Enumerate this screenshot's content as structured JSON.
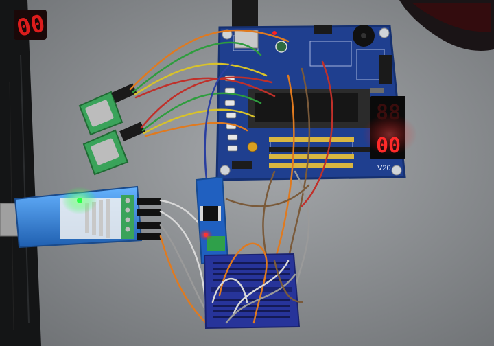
{
  "scene": {
    "description_free": true
  },
  "display": {
    "digits": [
      "8",
      "8",
      "0",
      "0"
    ],
    "on_color": "#ff2a2a",
    "off_color": "#3a0d0d"
  },
  "board": {
    "label": "V20",
    "pcb_color": "#1f3f8f"
  },
  "usb_adapter": {
    "led_color": "#2aff4a",
    "shell_color": "#2f7fd0"
  },
  "module_led": {
    "color": "#ff3333"
  },
  "colors": {
    "desk": "#8a8d90",
    "black_case": "#121314",
    "wire_orange": "#e07a1f",
    "wire_green": "#2e9d3e",
    "wire_yellow": "#d8c22a",
    "wire_red": "#c0302a",
    "wire_brown": "#7a5a3a",
    "wire_white": "#d8d8d8",
    "wire_blue": "#2a3fa0",
    "wire_grey": "#9a9a9a",
    "breadboard": "#27349a",
    "sensor_green": "#3aa35a"
  }
}
